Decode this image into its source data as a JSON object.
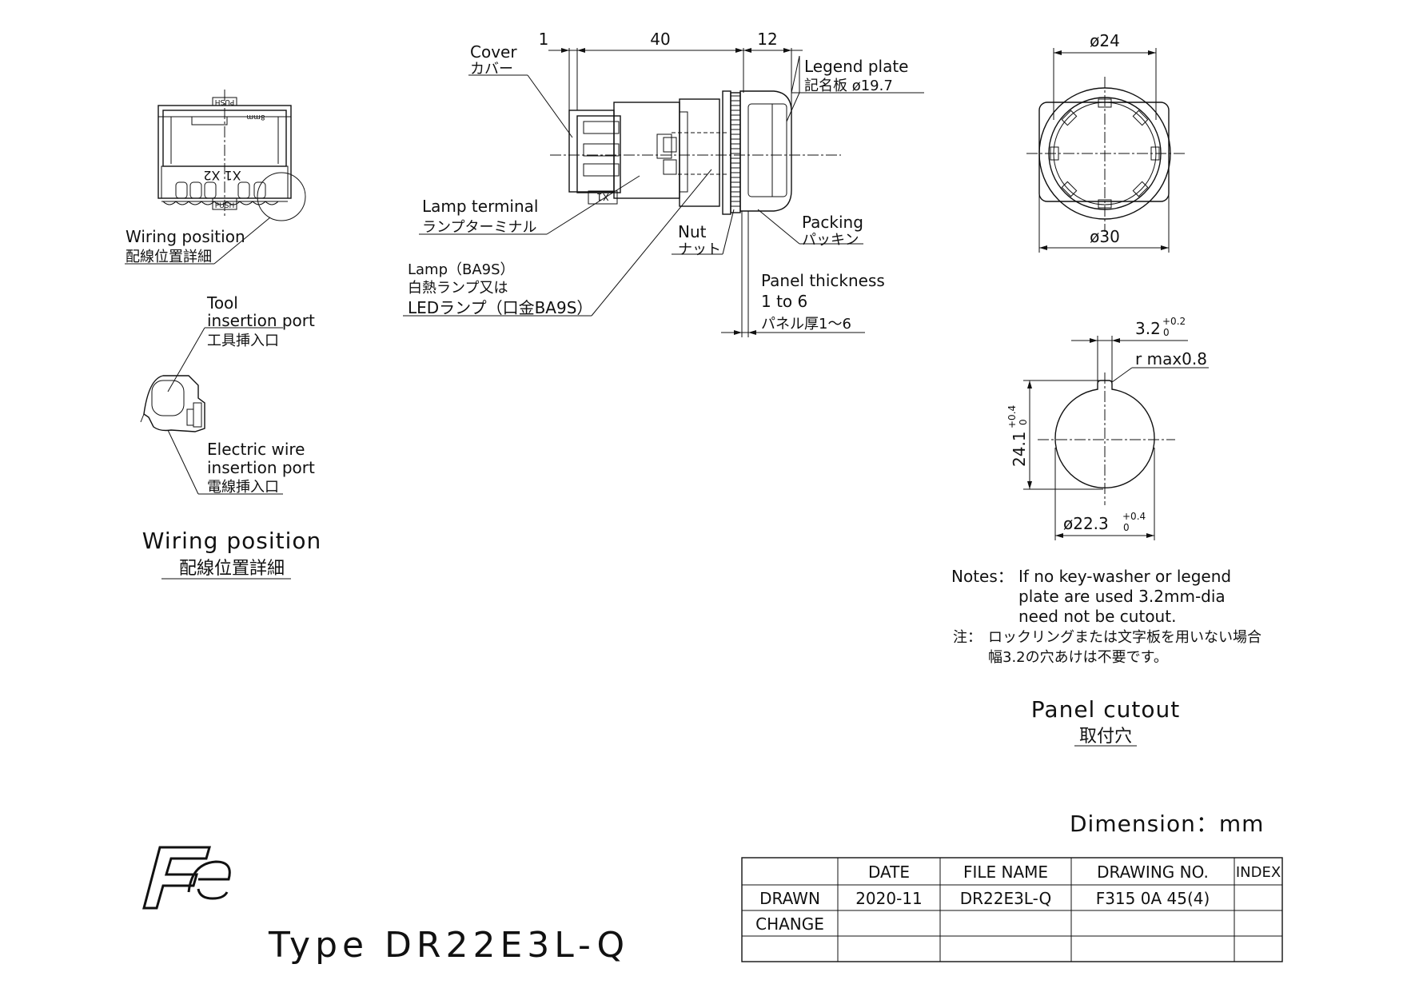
{
  "side_view": {
    "dim_1": "1",
    "dim_40": "40",
    "dim_12": "12",
    "cover_en": "Cover",
    "cover_jp": "カバー",
    "legend_plate_en": "Legend plate",
    "legend_plate_jp": "記名板 ø19.7",
    "lamp_terminal_en": "Lamp terminal",
    "lamp_terminal_jp": "ランプターミナル",
    "lamp_line1": "Lamp（BA9S）",
    "lamp_line2": "白熱ランプ又は",
    "lamp_line3": "LEDランプ（口金BA9S）",
    "nut_en": "Nut",
    "nut_jp": "ナット",
    "packing_en": "Packing",
    "packing_jp": "パッキン",
    "panel_thickness_line1": "Panel thickness",
    "panel_thickness_line2": "1 to 6",
    "panel_thickness_jp": "パネル厚1～6",
    "terminal_mark": "X1"
  },
  "rear_view": {
    "wiring_position_en": "Wiring position",
    "wiring_position_jp": "配線位置詳細",
    "push_top": "PUSH",
    "push_bottom": "PUSH",
    "mark_8mm": "8mm",
    "terminal_marks": "X1 X2"
  },
  "wiring_detail": {
    "tool_line1": "Tool",
    "tool_line2": "insertion port",
    "tool_jp": "工具挿入口",
    "wire_line1": "Electric wire",
    "wire_line2": "insertion port",
    "wire_jp": "電線挿入口",
    "caption_en": "Wiring position",
    "caption_jp": "配線位置詳細"
  },
  "front_view": {
    "dim_24": "ø24",
    "dim_30": "ø30"
  },
  "panel_cutout": {
    "key_width": "3.2",
    "key_tol_upper": "+0.2",
    "key_tol_lower": "0",
    "radius": "r max0.8",
    "height": "24.1",
    "height_tol_upper": "+0.4",
    "height_tol_lower": "0",
    "diameter": "ø22.3",
    "diameter_tol_upper": "+0.4",
    "diameter_tol_lower": "0",
    "caption_en": "Panel cutout",
    "caption_jp": "取付穴"
  },
  "notes": {
    "label": "Notes：",
    "line1": "If no key-washer or legend",
    "line2": "plate are used 3.2mm-dia",
    "line3": "need not be cutout.",
    "jp_label": "注：",
    "jp_line1": "ロックリングまたは文字板を用いない場合",
    "jp_line2": "幅3.2の穴あけは不要です。"
  },
  "dimension_unit": "Dimension：mm",
  "logo_text": "Fe",
  "type_label": "Type DR22E3L-Q",
  "title_block": {
    "headers": [
      "",
      "DATE",
      "FILE NAME",
      "DRAWING NO.",
      "INDEX"
    ],
    "rows": [
      [
        "DRAWN",
        "2020-11",
        "DR22E3L-Q",
        "F315 0A 45(4)",
        ""
      ],
      [
        "CHANGE",
        "",
        "",
        "",
        ""
      ],
      [
        "",
        "",
        "",
        "",
        ""
      ]
    ]
  }
}
